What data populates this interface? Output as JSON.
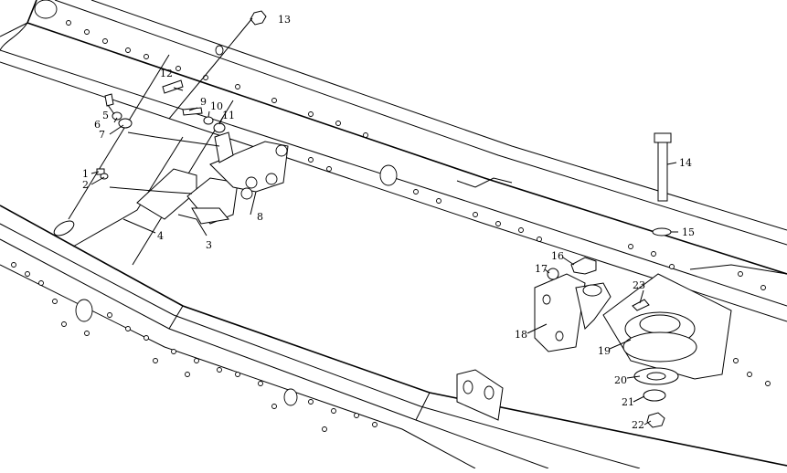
{
  "diagram": {
    "part_numbers": [
      "1",
      "2",
      "3",
      "4",
      "5",
      "6",
      "7",
      "8",
      "9",
      "10",
      "11",
      "12",
      "13",
      "14",
      "15",
      "16",
      "17",
      "18",
      "19",
      "20",
      "21",
      "22",
      "23"
    ]
  }
}
